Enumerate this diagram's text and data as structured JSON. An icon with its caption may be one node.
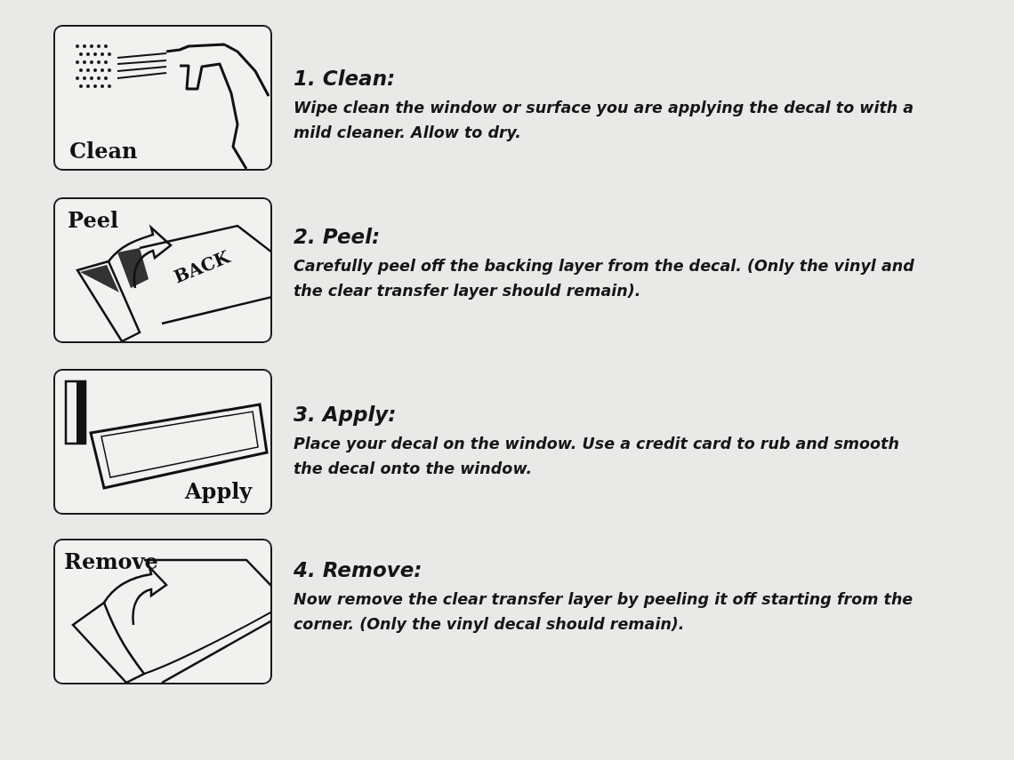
{
  "diagram": {
    "nodes": [
      {
        "text": [
          "Clean"
        ],
        "beside": [
          "1. Clean:",
          "Wipe clean the window or surface you are applying the decal to with a mild cleaner. Allow to dry."
        ]
      },
      {
        "text": [
          "Peel",
          "BACK"
        ],
        "beside": [
          "2. Peel:",
          "Carefully peel off the backing layer from the decal. (Only the vinyl and the clear transfer layer should remain)."
        ]
      },
      {
        "text": [
          "Apply"
        ],
        "beside": [
          "3. Apply:",
          "Place your decal on the window. Use a credit card to rub and smooth the decal onto the window."
        ]
      },
      {
        "text": [
          "Remove"
        ],
        "beside": [
          "4. Remove:",
          "Now remove the clear transfer layer by peeling it off starting from the corner. (Only the vinyl decal should remain)."
        ]
      }
    ]
  }
}
